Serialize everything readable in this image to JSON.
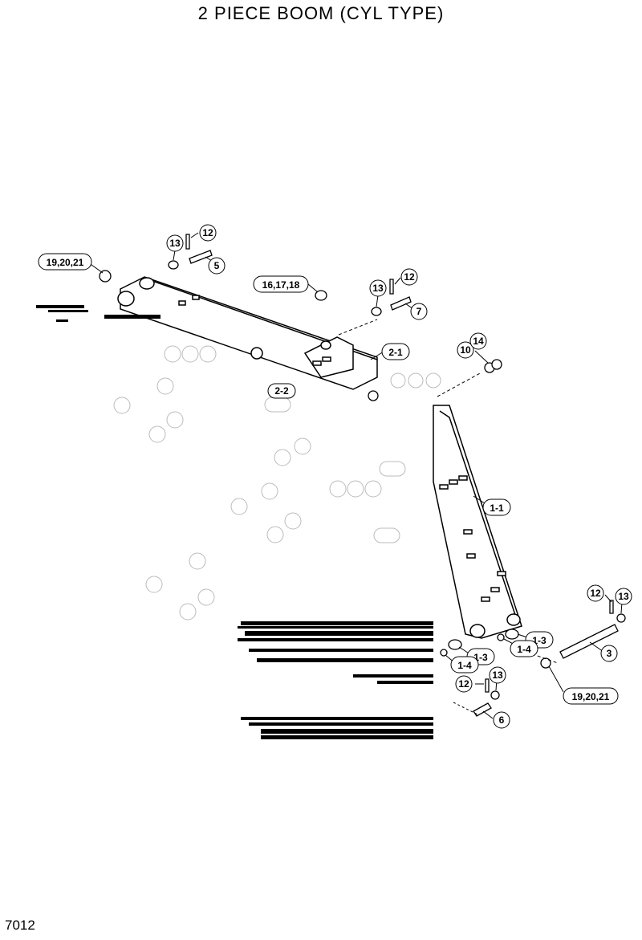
{
  "title": "2  PIECE  BOOM (CYL  TYPE)",
  "page_number": "7012",
  "callouts": {
    "c_19_20_21_top": "19,20,21",
    "c_13_a": "13",
    "c_12_a": "12",
    "c_5": "5",
    "c_16_17_18": "16,17,18",
    "c_13_b": "13",
    "c_12_b": "12",
    "c_7": "7",
    "c_2_1": "2-1",
    "c_10": "10",
    "c_14": "14",
    "c_2_2": "2-2",
    "c_1_1": "1-1",
    "c_12_c": "12",
    "c_13_c": "13",
    "c_3": "3",
    "c_1_3_a": "1-3",
    "c_1_4_a": "1-4",
    "c_1_4_b": "1-4",
    "c_1_3_b": "1-3",
    "c_12_d": "12",
    "c_13_d": "13",
    "c_6": "6",
    "c_19_20_21_bottom": "19,20,21"
  }
}
